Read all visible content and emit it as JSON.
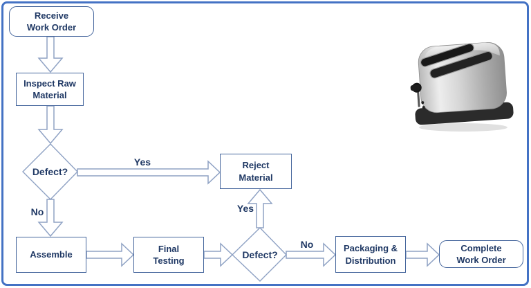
{
  "colors": {
    "frame": "#4472C4",
    "node_border": "#44659C",
    "text": "#1F3864",
    "connector": "#8FA2C4"
  },
  "nodes": {
    "receive": {
      "label": "Receive\nWork Order"
    },
    "inspect": {
      "label": "Inspect Raw\nMaterial"
    },
    "defect1": {
      "label": "Defect?"
    },
    "reject": {
      "label": "Reject\nMaterial"
    },
    "assemble": {
      "label": "Assemble"
    },
    "final_testing": {
      "label": "Final\nTesting"
    },
    "defect2": {
      "label": "Defect?"
    },
    "packaging": {
      "label": "Packaging &\nDistribution"
    },
    "complete": {
      "label": "Complete\nWork Order"
    }
  },
  "edge_labels": {
    "defect1_yes": "Yes",
    "defect1_no": "No",
    "defect2_yes": "Yes",
    "defect2_no": "No"
  },
  "illustration": {
    "name": "toaster-photo"
  }
}
